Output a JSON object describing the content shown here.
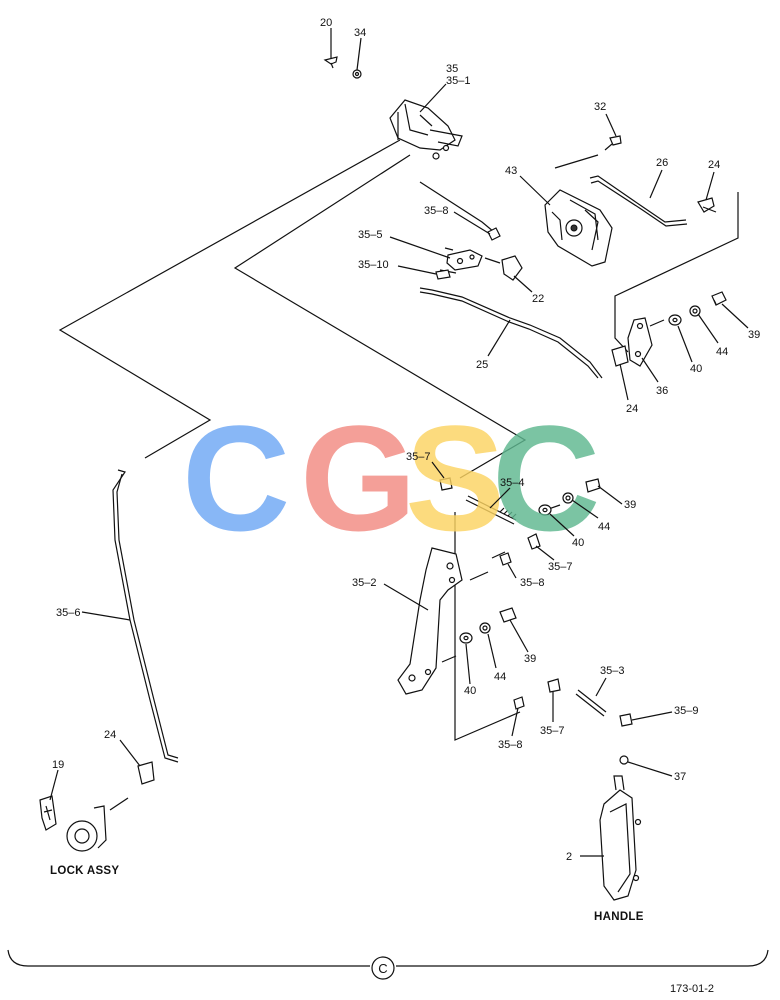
{
  "labels": {
    "p20": "20",
    "p34": "34",
    "p35": "35",
    "p35_1": "35–1",
    "p32": "32",
    "p43": "43",
    "p26": "26",
    "p24a": "24",
    "p35_8a": "35–8",
    "p35_5": "35–5",
    "p35_10": "35–10",
    "p22": "22",
    "p25": "25",
    "p39a": "39",
    "p44a": "44",
    "p40a": "40",
    "p36": "36",
    "p24b": "24",
    "p35_7a": "35–7",
    "p35_4": "35–4",
    "p39b": "39",
    "p44b": "44",
    "p40b": "40",
    "p35_7b": "35–7",
    "p35_8b": "35–8",
    "p35_2": "35–2",
    "p35_6": "35–6",
    "p39c": "39",
    "p44c": "44",
    "p40c": "40",
    "p35_3": "35–3",
    "p35_9": "35–9",
    "p35_7c": "35–7",
    "p35_8c": "35–8",
    "p37": "37",
    "p24c": "24",
    "p19": "19",
    "p2": "2"
  },
  "captions": {
    "lock_assy": "LOCK ASSY",
    "handle": "HANDLE",
    "circle_letter": "C",
    "figure_number": "173-01-2"
  },
  "watermark": {
    "letters": [
      "C",
      "G",
      "S",
      "C"
    ],
    "colors": [
      "#6fa8f5",
      "#f28b82",
      "#fcd462",
      "#5fb890"
    ]
  }
}
